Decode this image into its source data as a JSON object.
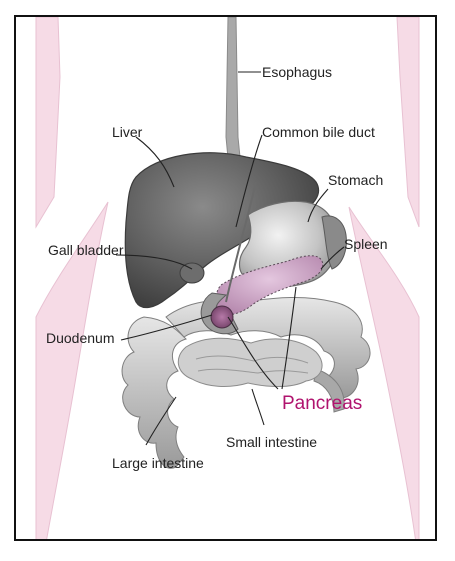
{
  "labels": {
    "esophagus": "Esophagus",
    "liver": "Liver",
    "common_bile_duct": "Common bile duct",
    "stomach": "Stomach",
    "gall_bladder": "Gall bladder",
    "spleen": "Spleen",
    "duodenum": "Duodenum",
    "pancreas": "Pancreas",
    "small_intestine": "Small intestine",
    "large_intestine": "Large intestine"
  },
  "colors": {
    "highlight": "#b0136e",
    "body_outline": "#f6dbe6",
    "organ_dark": "#5d5d5d",
    "organ_light": "#bdbdbd",
    "pancreas_fill": "#c9a0c3"
  }
}
